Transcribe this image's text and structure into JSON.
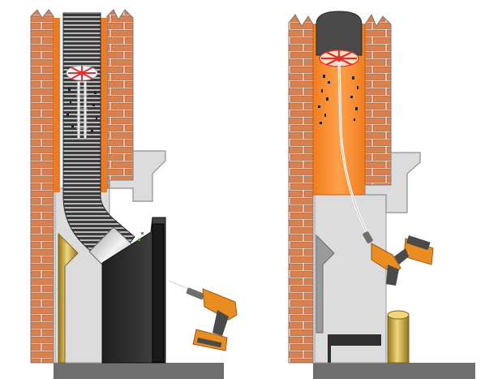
{
  "figure": {
    "panels": [
      {
        "id": "left",
        "scene": "flexible-liner-with-rotary-brush-and-drill"
      },
      {
        "id": "right",
        "scene": "open-flue-with-rotary-whip-and-drill"
      }
    ]
  },
  "colors": {
    "brick": "#d9804f",
    "mortar": "#f1f1f1",
    "flue_lining": "#f07a22",
    "liner_dark": "#3a3a3a",
    "liner_light": "#b9b9b9",
    "stove_dark": "#2b2b2b",
    "hearth": "#6e6e6e",
    "interior_grey": "#dcdcdc",
    "gold_pipe": "#c8a845",
    "drill_orange": "#e98d22",
    "drill_grey": "#4a4a4a",
    "brush_red": "#e13030",
    "soot": "#222222"
  },
  "icons": {
    "left_tool": "cordless-drill-icon",
    "right_tool": "cordless-drill-icon",
    "left_brush": "rotary-brush-icon",
    "right_brush": "rotary-whip-icon"
  }
}
